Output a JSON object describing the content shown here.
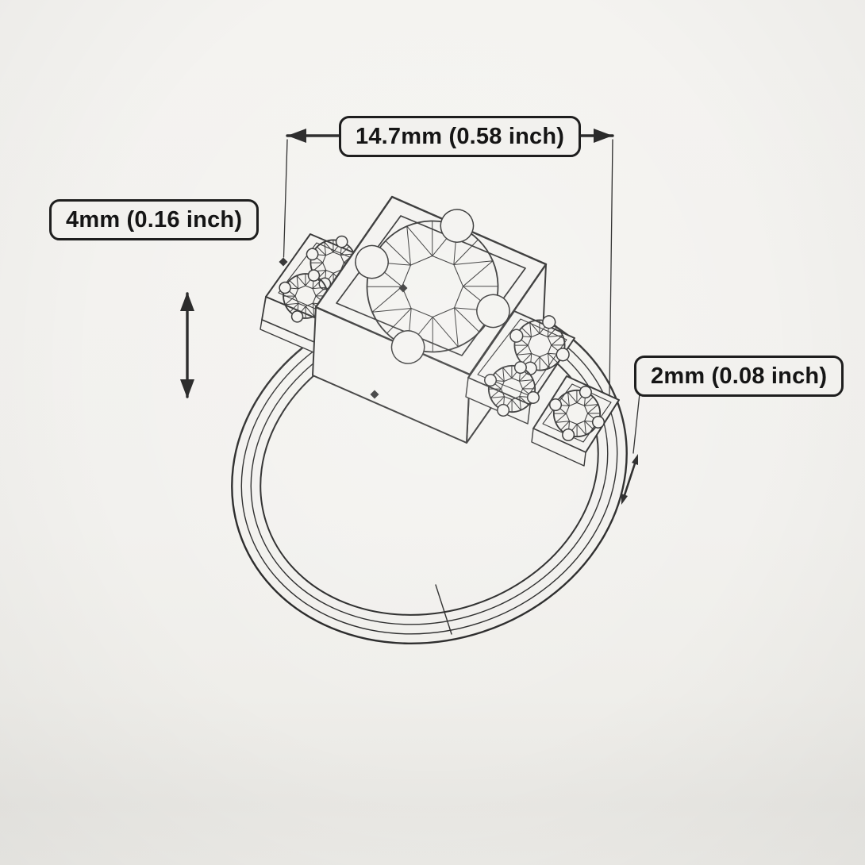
{
  "figure": {
    "background_color": "#f2f1ee",
    "ink_color": "#1e1e1e"
  },
  "labels": {
    "width": "14.7mm (0.58 inch)",
    "height": "4mm (0.16 inch)",
    "band_thickness": "2mm (0.08 inch)"
  }
}
